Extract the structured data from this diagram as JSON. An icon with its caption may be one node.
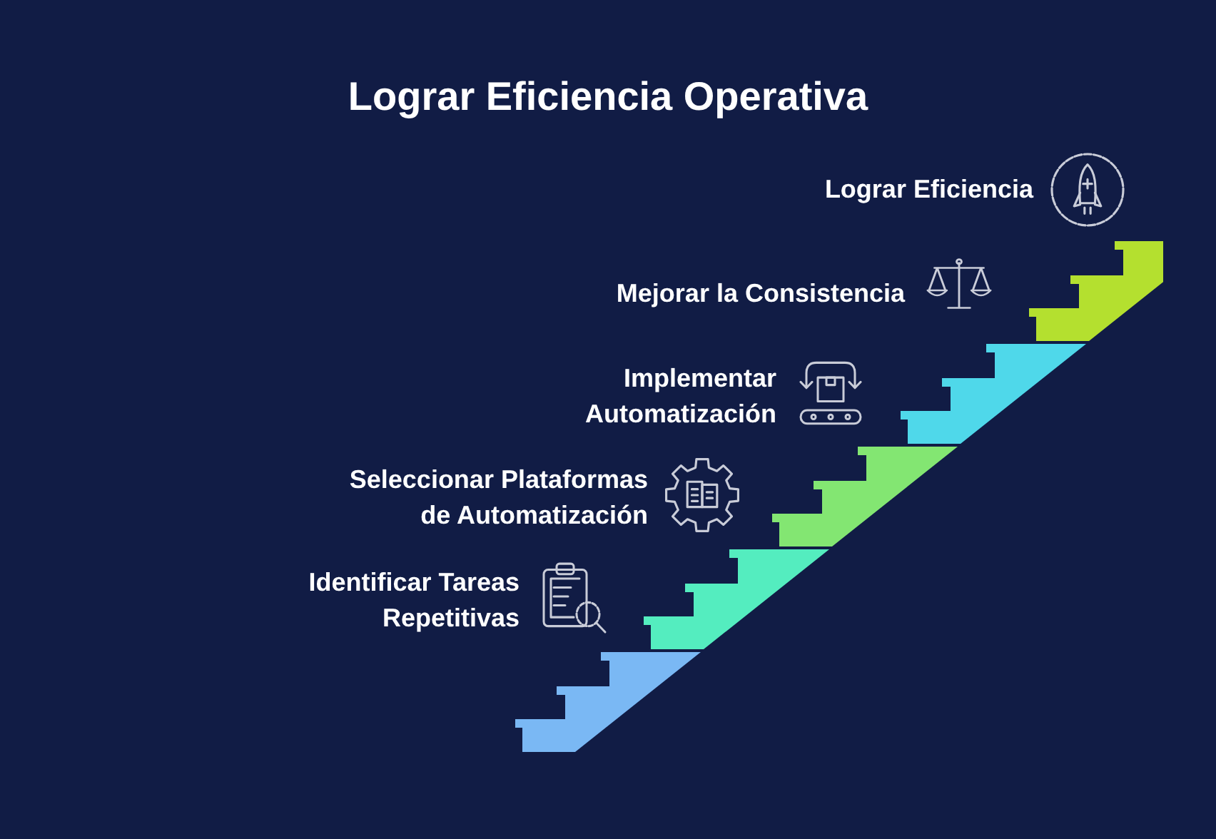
{
  "diagram": {
    "title": "Lograr Eficiencia Operativa",
    "labels": [
      "Lograr Eficiencia",
      "Mejorar la Consistencia",
      "Implementar Automatización",
      "Seleccionar Plataformas de Automatización",
      "Identificar Tareas Repetitivas"
    ]
  }
}
